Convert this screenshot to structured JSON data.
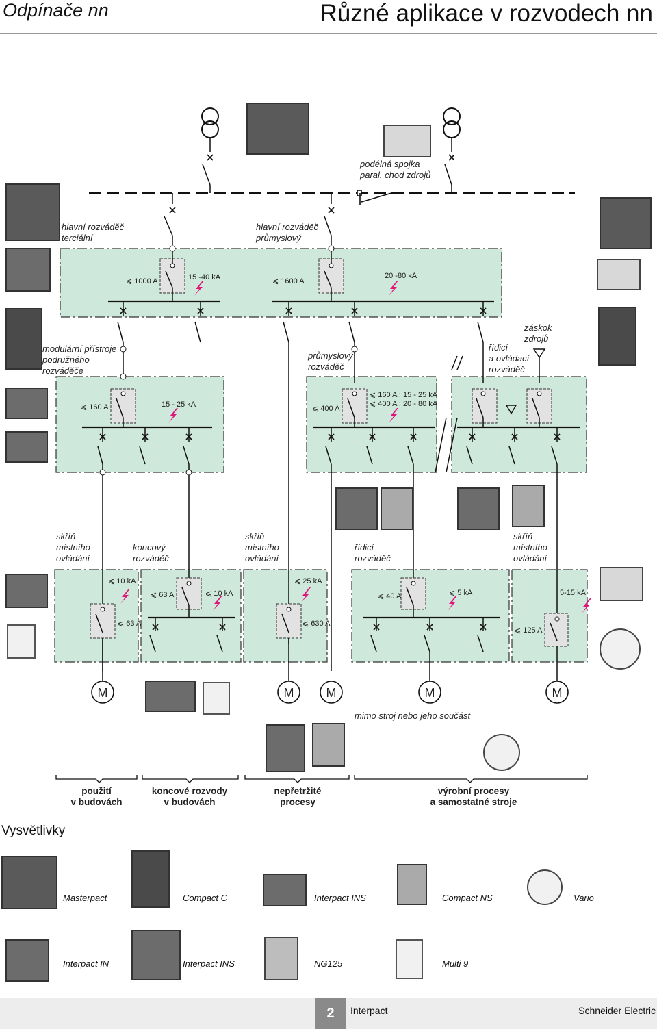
{
  "header": {
    "left_title": "Odpínače nn",
    "right_title": "Různé aplikace v rozvodech nn"
  },
  "labels": {
    "podelna_spojka": [
      "podélná spojka",
      "paral. chod zdrojů"
    ],
    "hlavni_terc": [
      "hlavní rozváděč",
      "terciální"
    ],
    "hlavni_prum": [
      "hlavní rozváděč",
      "průmyslový"
    ],
    "r_1000a": "⩽ 1000 A",
    "r_15_40ka": "15 -40 kA",
    "r_1600a": "⩽ 1600 A",
    "r_20_80ka": "20 -80 kA",
    "zaskok": [
      "záskok",
      "zdrojů"
    ],
    "modularni": [
      "modulární přístroje",
      "podružného",
      "rozváděče"
    ],
    "prum_rozvadec": [
      "průmyslový",
      "rozváděč"
    ],
    "ridici_ovladaci": [
      "řídicí",
      "a ovládací",
      "rozváděč"
    ],
    "r_160a": "⩽ 160 A",
    "r_15_25ka": "15 - 25 kA",
    "r_400a": "⩽ 400 A",
    "r_160_400": [
      "⩽ 160 A : 15 - 25 kA",
      "⩽ 400 A : 20 - 80 kA"
    ],
    "skrin1": [
      "skříň",
      "místního",
      "ovládání"
    ],
    "koncovy": [
      "koncový",
      "rozváděč"
    ],
    "skrin2": [
      "skříň",
      "místního",
      "ovládání"
    ],
    "ridici_rozv": [
      "řídicí",
      "rozváděč"
    ],
    "skrin3": [
      "skříň",
      "místního",
      "ovládání"
    ],
    "r_10ka_a": "⩽ 10 kA",
    "r_63a_a": "⩽ 63 A",
    "r_10ka_b": "⩽ 10 kA",
    "r_63a_b": "⩽ 63 A",
    "r_25ka": "⩽ 25 kA",
    "r_630a": "⩽ 630 A",
    "r_40a": "⩽ 40 A",
    "r_5ka": "⩽ 5 kA",
    "r_5_15ka": "5-15 kA",
    "r_125a": "⩽ 125 A",
    "motor": "M",
    "mimo_stroj": "mimo stroj nebo jeho součást",
    "cat1": [
      "použití",
      "v budovách"
    ],
    "cat2": [
      "koncové rozvody",
      "v budovách"
    ],
    "cat3": [
      "nepřetržité",
      "procesy"
    ],
    "cat4": [
      "výrobní procesy",
      "a samostatné stroje"
    ]
  },
  "legend": {
    "title": "Vysvětlivky",
    "row1": [
      "Masterpact",
      "Compact C",
      "Interpact INS",
      "Compact NS",
      "Vario"
    ],
    "row2": [
      "Interpact IN",
      "Interpact INS",
      "NG125",
      "Multi 9"
    ]
  },
  "footer": {
    "page": "2",
    "brand": "Interpact",
    "company": "Schneider Electric"
  },
  "colors": {
    "panel_fill": "#cfe8dc",
    "lightning": "#e0177a",
    "switch_box": "#e2e2e2",
    "footer_gray": "#8a8a8a"
  }
}
